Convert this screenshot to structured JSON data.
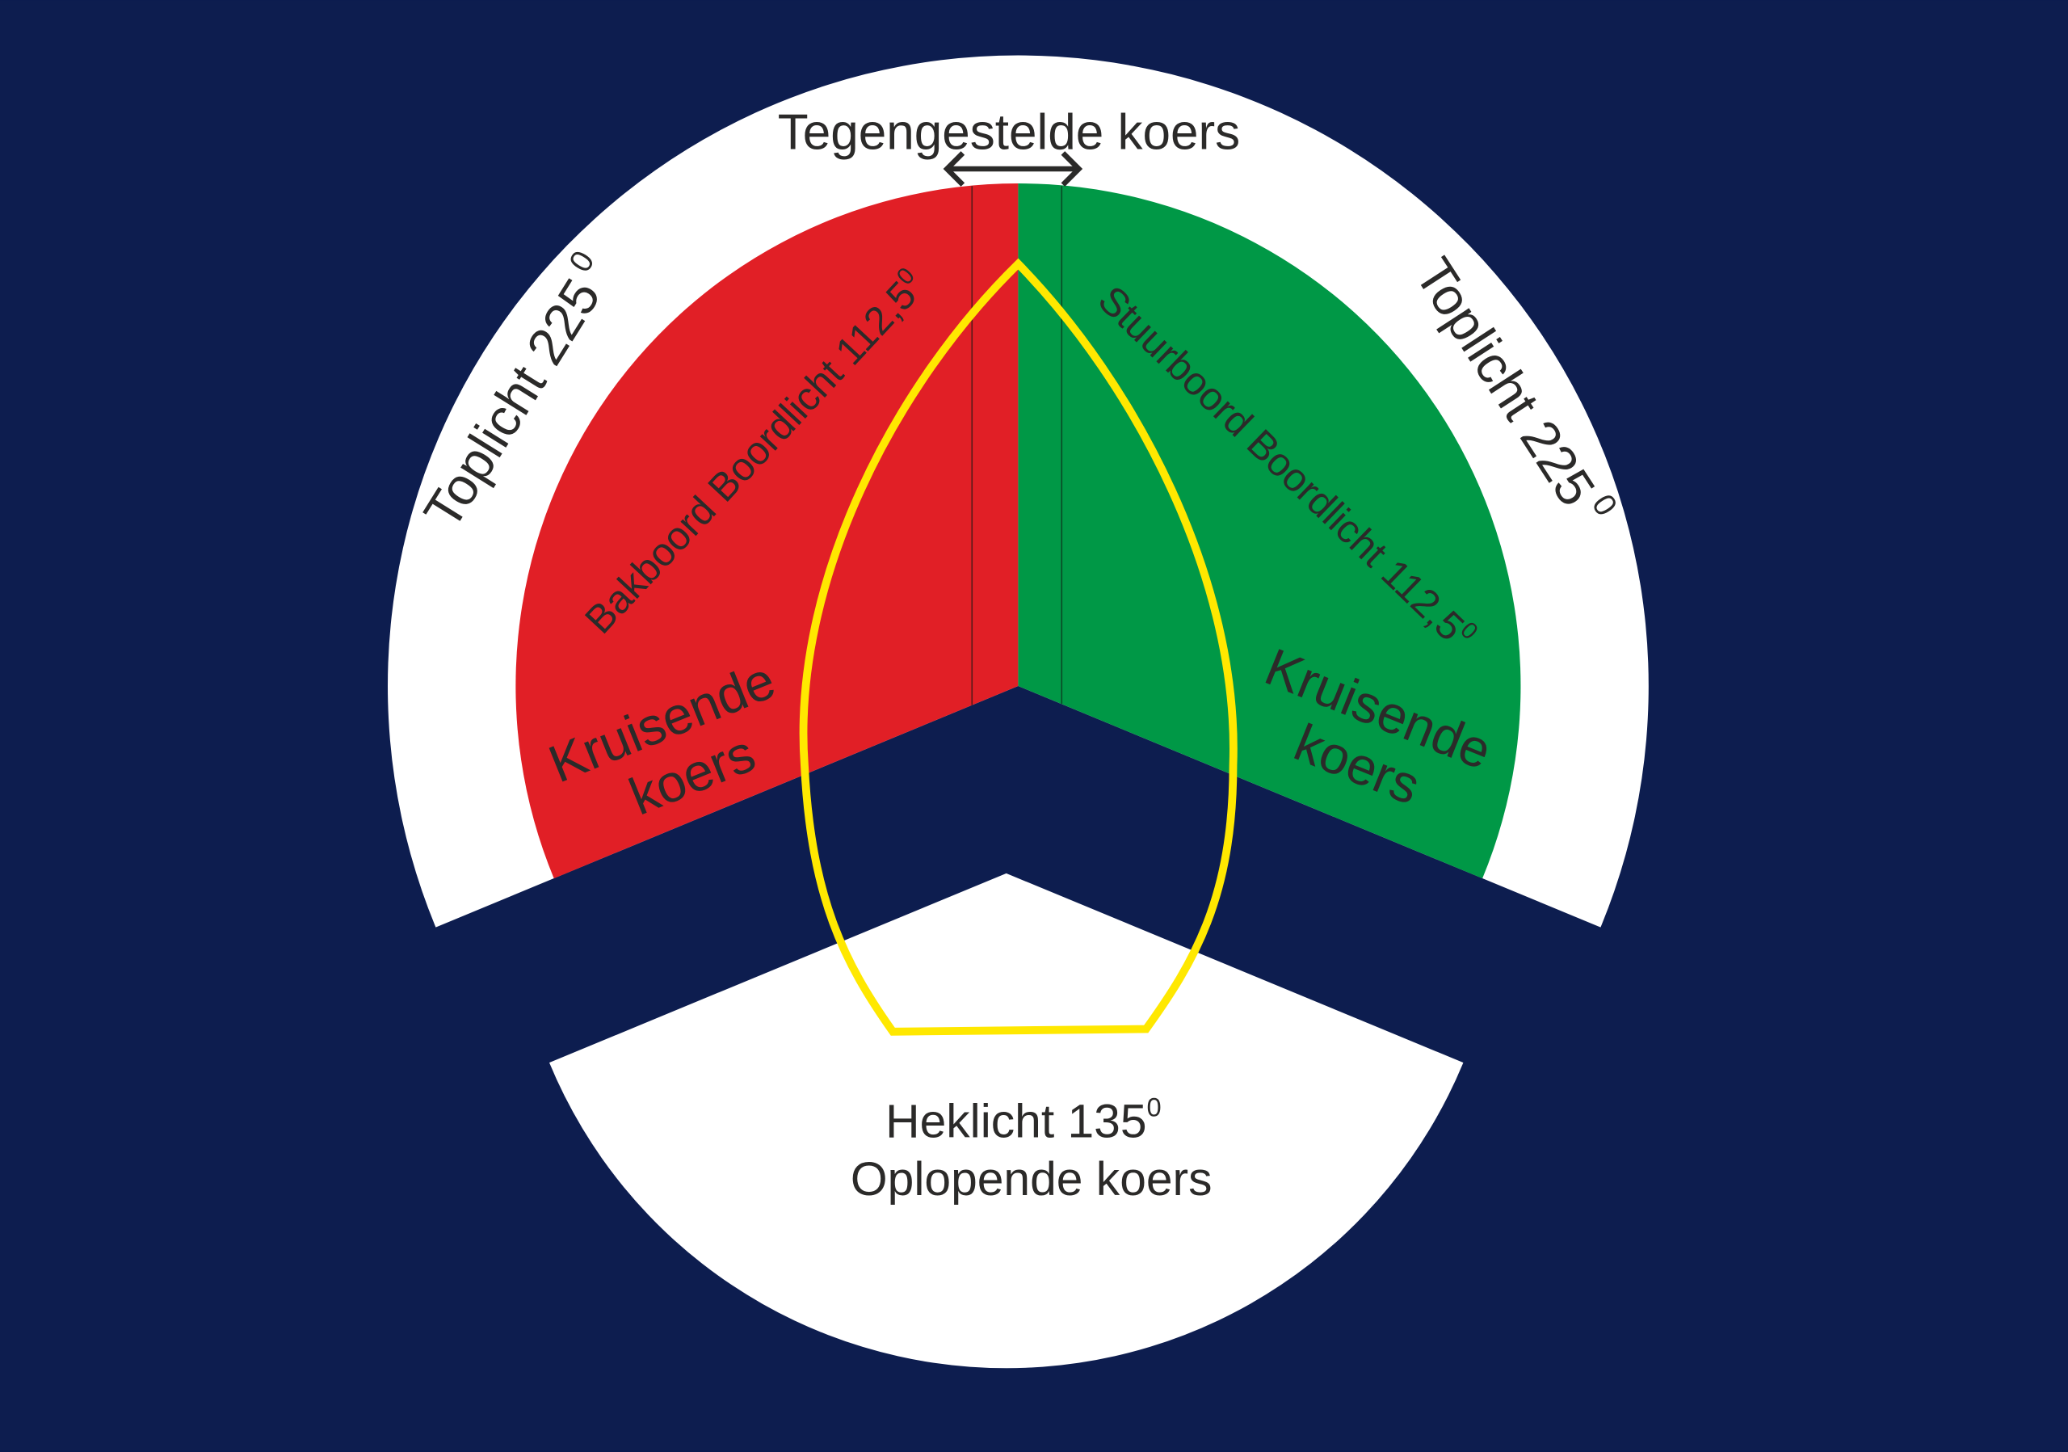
{
  "colors": {
    "background": "#0d1d4f",
    "toplicht": "#ffffff",
    "bakboord": "#e11f26",
    "stuurboord": "#009846",
    "heklicht": "#ffffff",
    "boat_outline": "#ffe800",
    "text": "#2b2a29"
  },
  "labels": {
    "tegengestelde": "Tegengestelde koers",
    "toplicht_left": "Toplicht 225",
    "toplicht_left_deg": "0",
    "toplicht_right": "Toplicht 225",
    "toplicht_right_deg": "0",
    "bakboord": "Bakboord Boordlicht 112,5",
    "bakboord_deg": "0",
    "stuurboord": "Stuurboord Boordlicht 112,5",
    "stuurboord_deg": "0",
    "kruisende_left_1": "Kruisende",
    "kruisende_left_2": "koers",
    "kruisende_right_1": "Kruisende",
    "kruisende_right_2": "koers",
    "heklicht": "Heklicht 135",
    "heklicht_deg": "0",
    "oplopende": "Oplopende koers"
  },
  "sectors": {
    "toplicht_degrees": 225,
    "boordlicht_degrees": 112.5,
    "heklicht_degrees": 135
  }
}
